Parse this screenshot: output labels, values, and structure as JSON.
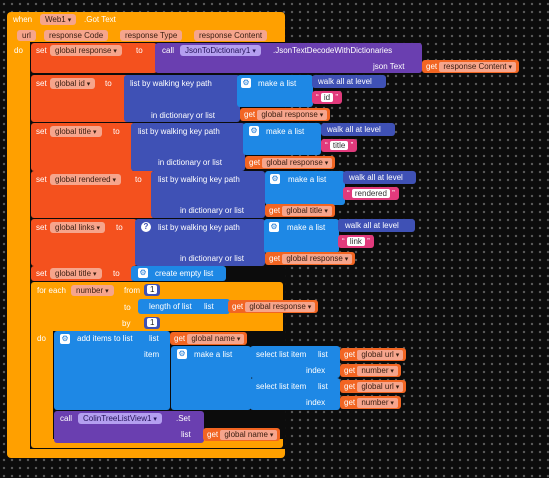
{
  "event": {
    "when": "when",
    "component": "Web1",
    "event_name": ".Got Text",
    "do": "do",
    "params": [
      "url",
      "response Code",
      "response Type",
      "response Content"
    ]
  },
  "set_kw": "set",
  "to_kw": "to",
  "get_kw": "get",
  "vars": {
    "response": "global response",
    "id": "global id",
    "title": "global title",
    "rendered": "global rendered",
    "links": "global links",
    "name": "global name",
    "url": "global url",
    "number": "number",
    "response_content": "response Content"
  },
  "call_kw": "call",
  "json_component": "JsonToDictionary1",
  "json_method": ".JsonTextDecodeWithDictionaries",
  "json_text_label": "json Text",
  "walk_label": "list by walking key path",
  "make_list_label": "make a list",
  "walk_all_label": "walk all at level",
  "in_dict_label": "in dictionary or list",
  "keys": {
    "id": "id",
    "title": "title",
    "rendered": "rendered",
    "link": "link"
  },
  "empty_list_label": "create empty list",
  "for_each": "for each",
  "for_var": "number",
  "from_kw": "from",
  "by_kw": "by",
  "from_val": "1",
  "by_val": "1",
  "length_label": "length of list",
  "list_kw": "list",
  "add_items_label": "add items to list",
  "item_kw": "item",
  "select_label": "select list item",
  "index_kw": "index",
  "set_kw2": ".Set",
  "tree_component": "ColinTreeListView1"
}
